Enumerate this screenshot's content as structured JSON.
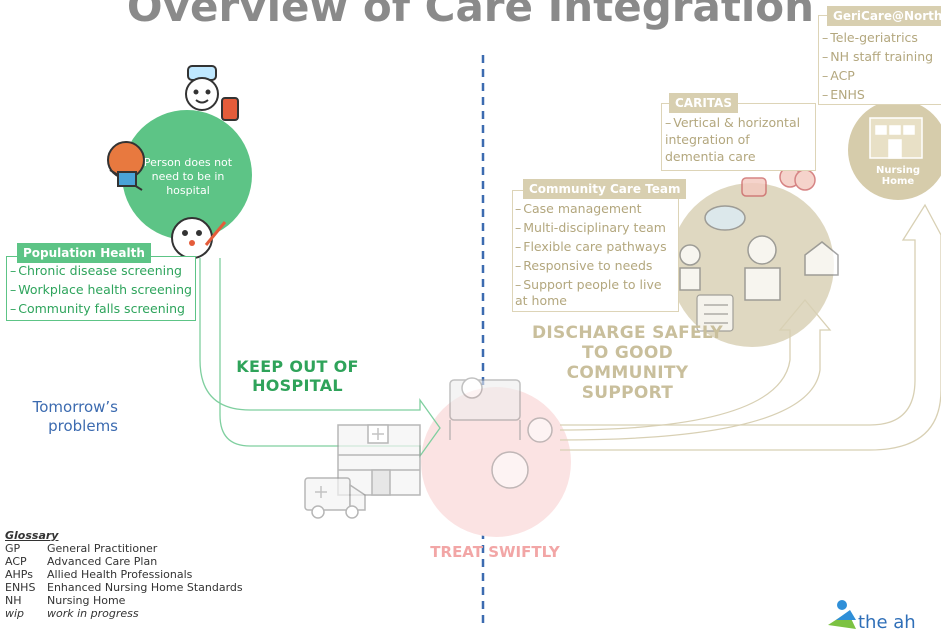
{
  "title": "Overview of Care Integration",
  "population_health": {
    "header": "Population Health",
    "items": [
      "Chronic disease screening",
      "Workplace health screening",
      "Community falls screening"
    ]
  },
  "circle_text": "Person does not need to be in hospital",
  "keep_out": "KEEP OUT OF HOSPITAL",
  "tomorrow": "Tomorrow’s problems",
  "treat": "TREAT SWIFTLY",
  "discharge": "DISCHARGE SAFELY TO GOOD COMMUNITY SUPPORT",
  "community_care": {
    "header": "Community Care Team",
    "items": [
      "Case management",
      "Multi-disciplinary team",
      "Flexible care pathways",
      "Responsive to needs",
      "Support people to live at home"
    ]
  },
  "caritas": {
    "header": "CARITAS",
    "items": [
      "Vertical & horizontal integration of dementia care"
    ]
  },
  "gericare": {
    "header": "GeriCare@North",
    "items": [
      "Tele-geriatrics",
      "NH staff training",
      "ACP",
      "ENHS"
    ]
  },
  "nursing_home": "Nursing Home",
  "glossary": {
    "title": "Glossary",
    "rows": [
      {
        "abbr": "GP",
        "full": "General Practitioner"
      },
      {
        "abbr": "ACP",
        "full": "Advanced Care Plan"
      },
      {
        "abbr": "AHPs",
        "full": "Allied Health Professionals"
      },
      {
        "abbr": "ENHS",
        "full": "Enhanced Nursing Home Standards"
      },
      {
        "abbr": "NH",
        "full": "Nursing Home"
      },
      {
        "abbr": "wip",
        "full": "work in progress"
      }
    ]
  },
  "logo_text": "the ah",
  "colors": {
    "green": "#5dc486",
    "pink": "#f2d4d4",
    "tan": "#cfc6a8",
    "divider": "#3c6bb0",
    "red": "#f0b7b7"
  }
}
